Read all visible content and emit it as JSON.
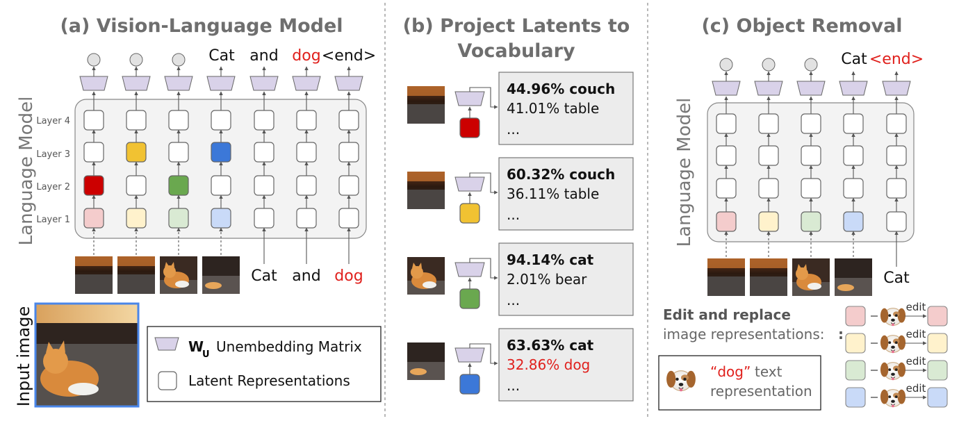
{
  "panels": {
    "a": {
      "title": "(a) Vision-Language Model",
      "side_label": "Language Model",
      "layers": [
        "Layer 4",
        "Layer 3",
        "Layer 2",
        "Layer 1"
      ],
      "output_tokens": [
        "Cat",
        "and",
        "dog",
        "<end>"
      ],
      "input_tokens": [
        "Cat",
        "and",
        "dog"
      ],
      "input_image_label": "Input image",
      "legend": {
        "unembed_symbol": "W",
        "unembed_sub": "U",
        "unembed_label": "Unembedding Matrix",
        "latent_label": "Latent Representations"
      }
    },
    "b": {
      "title_line1": "(b) Project Latents to",
      "title_line2": "Vocabulary",
      "results": [
        {
          "top": "44.96% couch",
          "second": "41.01% table",
          "more": "...",
          "color": "#cc0000"
        },
        {
          "top": "60.32% couch",
          "second": "36.11% table",
          "more": "...",
          "color": "#f1c232"
        },
        {
          "top": "94.14% cat",
          "second": "2.01% bear",
          "more": "...",
          "color": "#6aa84f"
        },
        {
          "top": "63.63% cat",
          "second": "32.86% dog",
          "more": "...",
          "color": "#3c78d8"
        }
      ]
    },
    "c": {
      "title": "(c) Object Removal",
      "side_label": "Language Model",
      "output_tokens": [
        "Cat",
        "<end>"
      ],
      "input_tokens": [
        "Cat"
      ],
      "edit_title": "Edit and replace",
      "edit_subtitle": "image representations:",
      "edit_word": "edit",
      "dog_legend_quote": "“dog”",
      "dog_legend_text": "text",
      "dog_legend_text2": "representation"
    }
  },
  "colors": {
    "red_dark": "#cc0000",
    "yellow": "#f1c232",
    "green": "#6aa84f",
    "blue": "#3c78d8",
    "red_light": "#f4cccc",
    "yellow_light": "#fff2cc",
    "green_light": "#d9ead3",
    "blue_light": "#c9daf8",
    "unembed": "#d9d2e9",
    "token_red": "#e0201c",
    "image_border": "#4a86e8"
  }
}
